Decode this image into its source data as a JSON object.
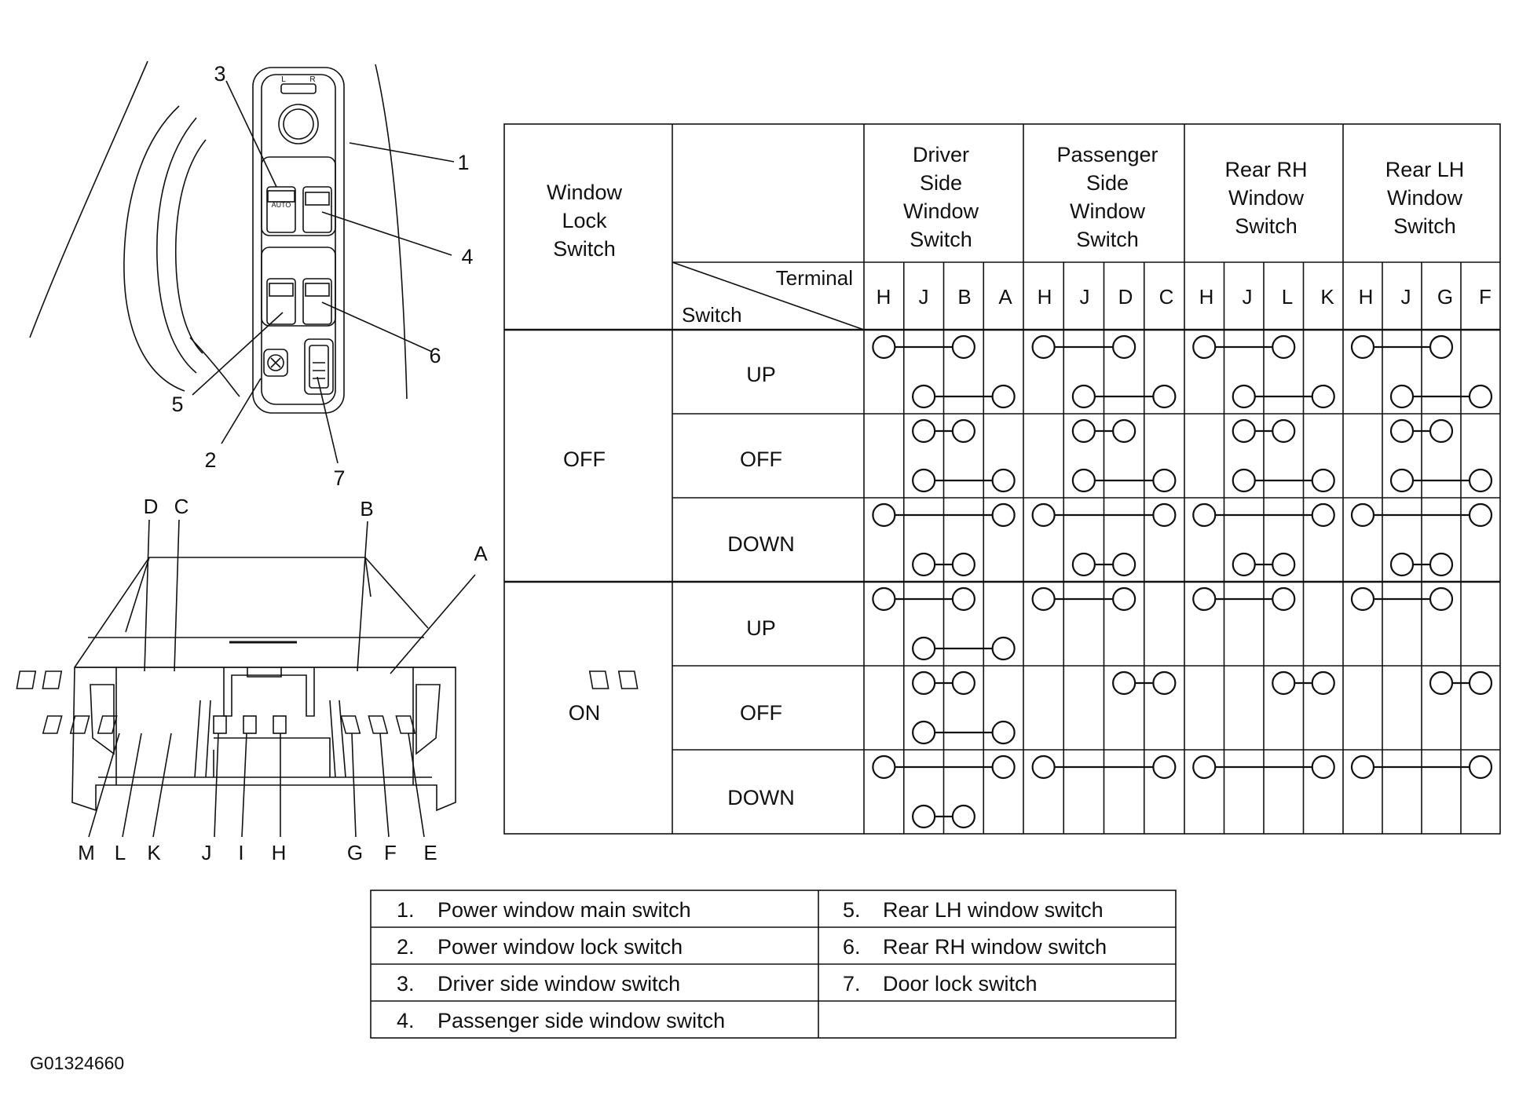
{
  "panel_callouts": [
    "1",
    "2",
    "3",
    "4",
    "5",
    "6",
    "7"
  ],
  "mirror_labels": {
    "left": "L",
    "right": "R"
  },
  "auto_label": "AUTO",
  "connector_pins_top": [
    "D",
    "C",
    "B",
    "A"
  ],
  "connector_pins_bottom": [
    "M",
    "L",
    "K",
    "J",
    "I",
    "H",
    "G",
    "F",
    "E"
  ],
  "table": {
    "col1_header": [
      "Window",
      "Lock",
      "Switch"
    ],
    "terminal_label": "Terminal",
    "switch_label": "Switch",
    "groups": [
      {
        "name": [
          "Driver",
          "Side",
          "Window",
          "Switch"
        ],
        "terminals": [
          "H",
          "J",
          "B",
          "A"
        ]
      },
      {
        "name": [
          "Passenger",
          "Side",
          "Window",
          "Switch"
        ],
        "terminals": [
          "H",
          "J",
          "D",
          "C"
        ]
      },
      {
        "name": [
          "Rear RH",
          "Window",
          "Switch"
        ],
        "terminals": [
          "H",
          "J",
          "L",
          "K"
        ]
      },
      {
        "name": [
          "Rear LH",
          "Window",
          "Switch"
        ],
        "terminals": [
          "H",
          "J",
          "G",
          "F"
        ]
      }
    ],
    "lock_states": [
      "OFF",
      "ON"
    ],
    "switch_states": [
      "UP",
      "OFF",
      "DOWN"
    ],
    "continuity": [
      {
        "lock": "OFF",
        "switch": "UP",
        "groups": [
          [
            [
              0,
              2
            ],
            [
              1,
              3
            ]
          ],
          [
            [
              0,
              2
            ],
            [
              1,
              3
            ]
          ],
          [
            [
              0,
              2
            ],
            [
              1,
              3
            ]
          ],
          [
            [
              0,
              2
            ],
            [
              1,
              3
            ]
          ]
        ]
      },
      {
        "lock": "OFF",
        "switch": "OFF",
        "groups": [
          [
            [
              1,
              2
            ],
            [
              1,
              3
            ]
          ],
          [
            [
              1,
              2
            ],
            [
              1,
              3
            ]
          ],
          [
            [
              1,
              2
            ],
            [
              1,
              3
            ]
          ],
          [
            [
              1,
              2
            ],
            [
              1,
              3
            ]
          ]
        ]
      },
      {
        "lock": "OFF",
        "switch": "DOWN",
        "groups": [
          [
            [
              0,
              3
            ],
            [
              1,
              2
            ]
          ],
          [
            [
              0,
              3
            ],
            [
              1,
              2
            ]
          ],
          [
            [
              0,
              3
            ],
            [
              1,
              2
            ]
          ],
          [
            [
              0,
              3
            ],
            [
              1,
              2
            ]
          ]
        ]
      },
      {
        "lock": "ON",
        "switch": "UP",
        "groups": [
          [
            [
              0,
              2
            ],
            [
              1,
              3
            ]
          ],
          [
            [
              0,
              2
            ]
          ],
          [
            [
              0,
              2
            ]
          ],
          [
            [
              0,
              2
            ]
          ]
        ]
      },
      {
        "lock": "ON",
        "switch": "OFF",
        "groups": [
          [
            [
              1,
              2
            ],
            [
              1,
              3
            ]
          ],
          [
            [
              2,
              3
            ]
          ],
          [
            [
              2,
              3
            ]
          ],
          [
            [
              2,
              3
            ]
          ]
        ]
      },
      {
        "lock": "ON",
        "switch": "DOWN",
        "groups": [
          [
            [
              0,
              3
            ],
            [
              1,
              2
            ]
          ],
          [
            [
              0,
              3
            ]
          ],
          [
            [
              0,
              3
            ]
          ],
          [
            [
              0,
              3
            ]
          ]
        ]
      }
    ]
  },
  "legend": [
    {
      "num": "1.",
      "text": "Power window main switch"
    },
    {
      "num": "2.",
      "text": "Power window lock switch"
    },
    {
      "num": "3.",
      "text": "Driver side window switch"
    },
    {
      "num": "4.",
      "text": "Passenger side window switch"
    },
    {
      "num": "5.",
      "text": "Rear LH window switch"
    },
    {
      "num": "6.",
      "text": "Rear RH window switch"
    },
    {
      "num": "7.",
      "text": "Door lock switch"
    }
  ],
  "figure_code": "G01324660"
}
